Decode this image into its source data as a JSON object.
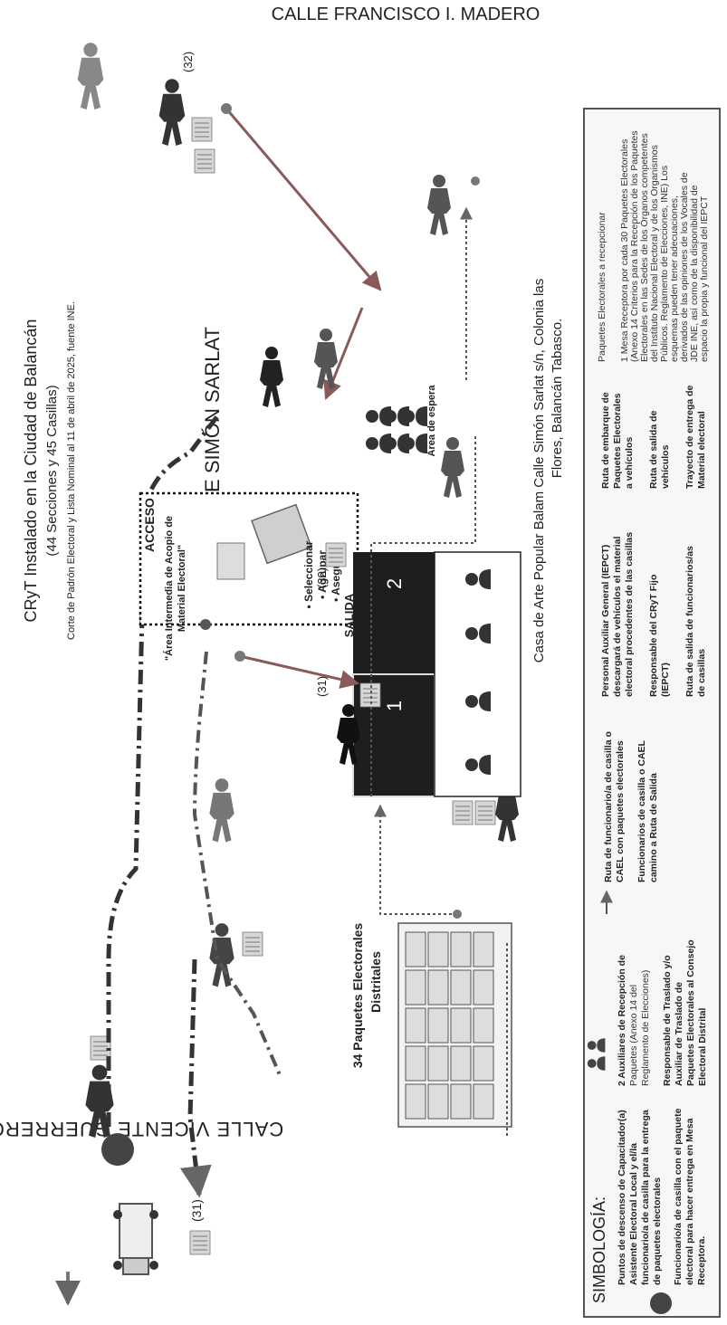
{
  "header": {
    "title_line1": "CRyT Instalado en la Ciudad de Balancán",
    "title_line2": "(44 Secciones y 45 Casillas)",
    "note": "Corte de Padrón Electoral y Lista Nominal al 11 de abril de 2025, fuente INE."
  },
  "streets": {
    "madero": "CALLE FRANCISCO I. MADERO",
    "sarlat": "CALLE SIMÓN SARLAT",
    "guerrero": "CALLE VICENTE GUERRERO"
  },
  "address_line1": "Casa de Arte Popular Balam Calle Simón Sarlat s/n, Colonia las",
  "address_line2": "Flores, Balancán Tabasco.",
  "storage_area": {
    "acceso": "ACCESO",
    "salida": "SALIDA",
    "name_line1": "\"Área Intermedia de Acopio de",
    "name_line2": "Material Electoral\"",
    "steps": [
      "• Seleccionar",
      "• Agrupar",
      "• Asegurar"
    ]
  },
  "tables": {
    "t1": "1",
    "t2": "2"
  },
  "counts": {
    "c31": "(31)",
    "c32": "(32)"
  },
  "packages_label_1": "34 Paquetes Electorales",
  "packages_label_2": "Distritales",
  "waiting_area": "Área de espera",
  "legend": {
    "title": "SIMBOLOGÍA:",
    "col1": [
      {
        "lines": [
          "Puntos de descenso de Capacitador(a)",
          "Asistente Electoral Local y el/la",
          "funcionario/a de casilla para la entrega",
          "de paquetes electorales"
        ]
      },
      {
        "lines": [
          "Funcionario/a de casilla con el paquete",
          "electoral para hacer entrega en Mesa",
          "Receptora."
        ]
      }
    ],
    "col2": [
      {
        "lines": [
          "2 Auxiliares de Recepción de",
          "Paquetes (Anexo 14 del",
          "Reglamento de Elecciones)"
        ]
      },
      {
        "lines": [
          "Responsable de Traslado y/o",
          "Auxiliar de Traslado de",
          "Paquetes Electorales al Consejo",
          "Electoral Distrital"
        ]
      }
    ],
    "col3": [
      {
        "lines": [
          "Ruta de funcionario/a de casilla o",
          "CAEL con paquetes electorales"
        ]
      },
      {
        "lines": [
          "Funcionarios de casilla o CAEL",
          "camino a Ruta de Salida"
        ]
      }
    ],
    "col4": [
      {
        "lines": [
          "Personal Auxiliar General (IEPCT)",
          "descargará de vehículos el material",
          "electoral procedentes de las casillas"
        ]
      },
      {
        "lines": [
          "Responsable del CRyT Fijo",
          "(IEPCT)"
        ]
      },
      {
        "lines": [
          "Ruta de salida de funcionarios/as",
          "de casillas"
        ]
      }
    ],
    "col5": [
      {
        "lines": [
          "Ruta de embarque de",
          "Paquetes Electorales",
          "a vehículos"
        ]
      },
      {
        "lines": [
          "Ruta de salida de",
          "vehículos"
        ]
      },
      {
        "lines": [
          "Trayecto de entrega de",
          "Material electoral"
        ]
      }
    ],
    "col6": [
      {
        "lines": [
          "Paquetes Electorales a recepcionar"
        ]
      },
      {
        "lines": [
          "1 Mesa Receptora por cada 30 Paquetes Electorales",
          "(Anexo 14 Criterios para la Recepción de los Paquetes",
          "Electorales en las Sedes de los Órganos competentes",
          "del Instituto Nacional Electoral y de los Organismos",
          "Públicos. Reglamento de Elecciones, INE) Los",
          "esquemas pueden tener adecuaciones,",
          "derivados de las opiniones de los Vocales de",
          "JDE INE, así como de la disponibilidad de",
          "espacio la propia y funcional del IEPCT"
        ]
      }
    ]
  }
}
